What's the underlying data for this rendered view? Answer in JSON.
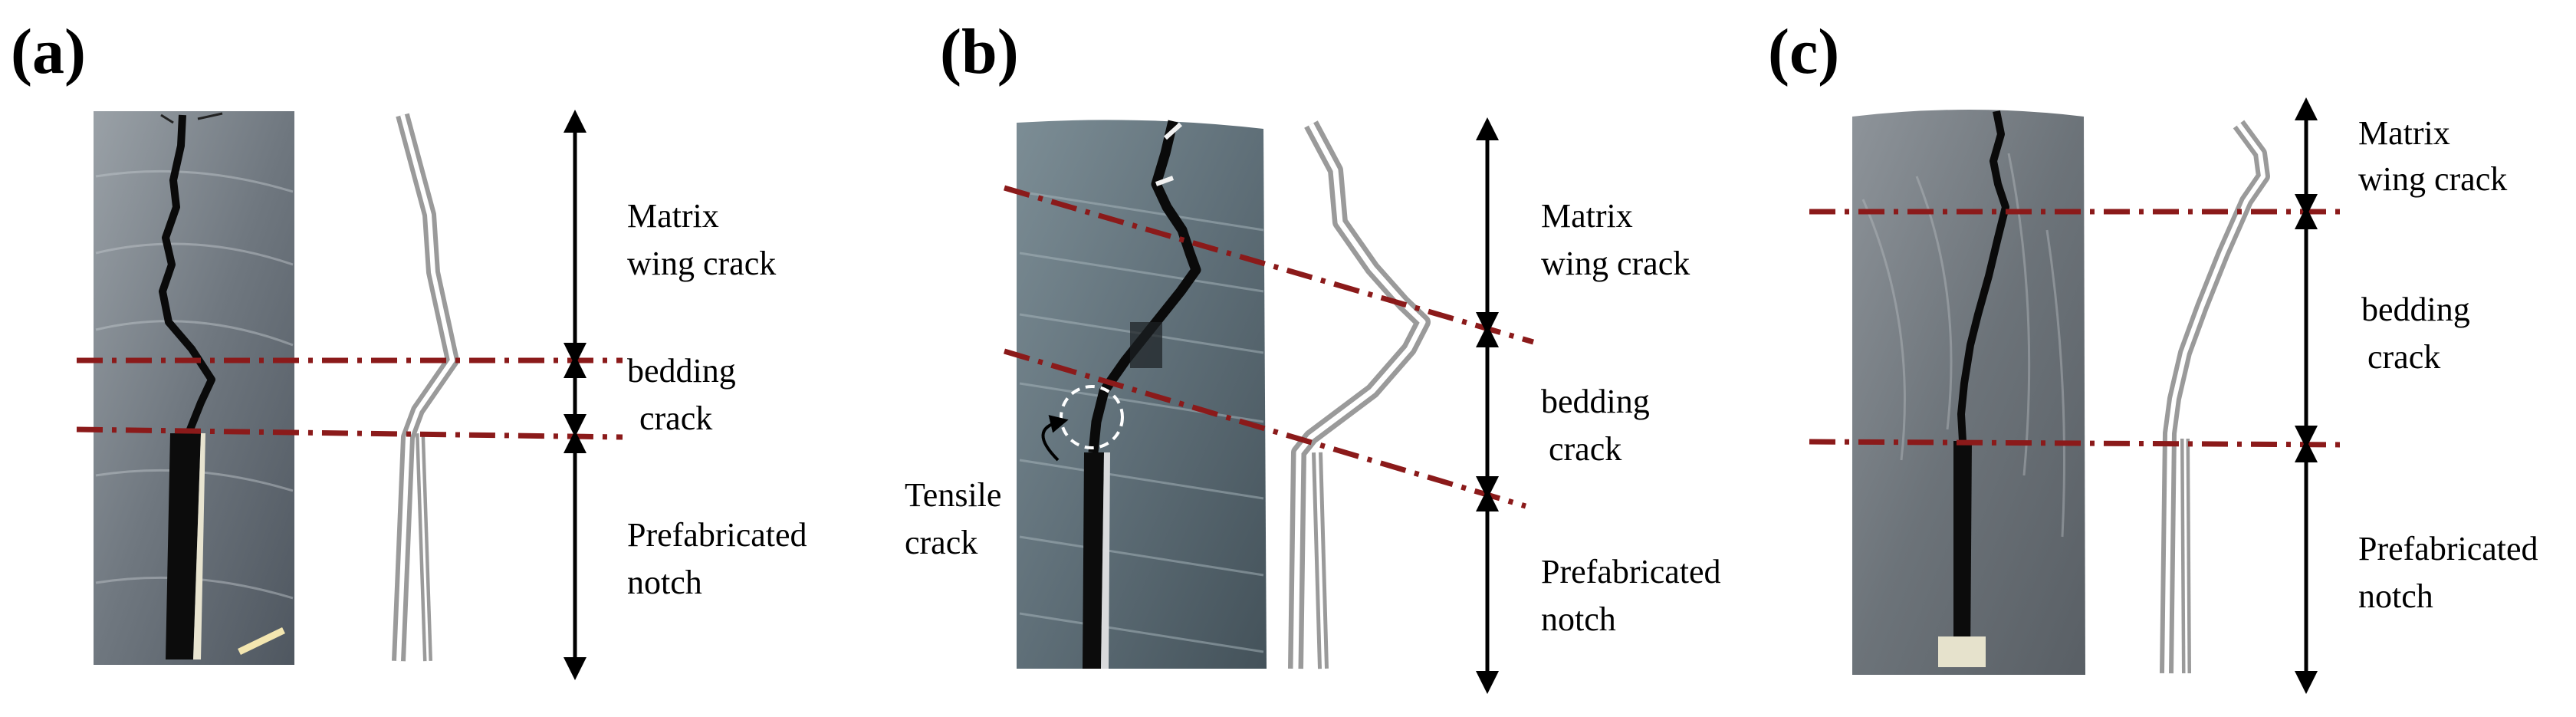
{
  "figure": {
    "panels": [
      {
        "id": "a",
        "label": "(a)",
        "zones": {
          "top": [
            "Matrix",
            "wing crack"
          ],
          "middle": [
            "bedding",
            "crack"
          ],
          "bottom": [
            "Prefabricated",
            "notch"
          ]
        }
      },
      {
        "id": "b",
        "label": "(b)",
        "zones": {
          "top": [
            "Matrix",
            "wing crack"
          ],
          "middle": [
            "bedding",
            "crack"
          ],
          "bottom": [
            "Prefabricated",
            "notch"
          ]
        },
        "callout": [
          "Tensile",
          "crack"
        ]
      },
      {
        "id": "c",
        "label": "(c)",
        "zones": {
          "top": [
            "Matrix",
            "wing crack"
          ],
          "middle": [
            "bedding",
            "crack"
          ],
          "bottom": [
            "Prefabricated",
            "notch"
          ]
        }
      }
    ],
    "colors": {
      "background": "#ffffff",
      "boundary_line": "#8b1a1a",
      "rock_light": "#8a9198",
      "rock_dark": "#4f5760",
      "crack": "#0a0a0a",
      "arrow": "#000000"
    }
  }
}
